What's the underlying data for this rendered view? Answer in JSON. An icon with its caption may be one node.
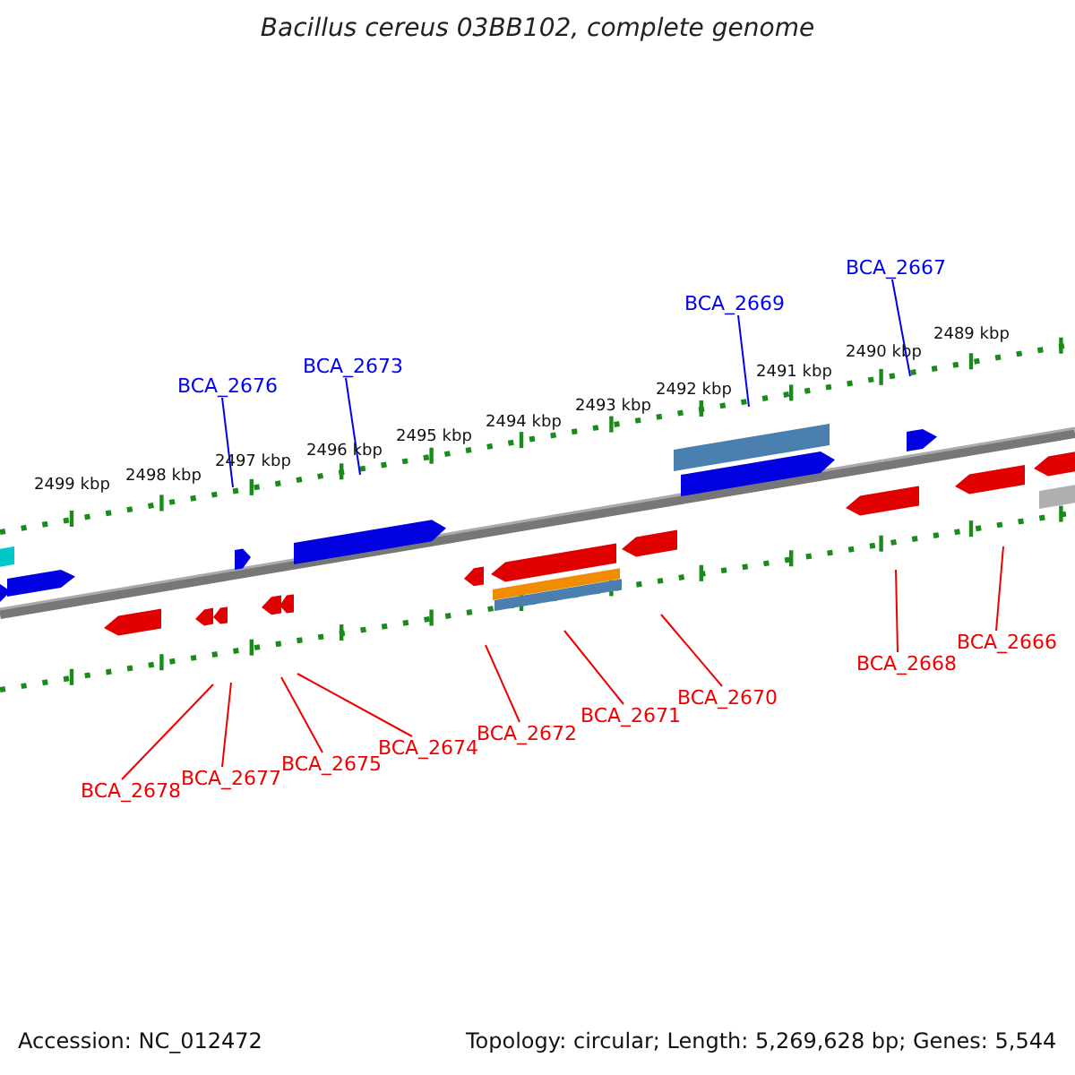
{
  "diagram": {
    "title": "Bacillus cereus 03BB102, complete genome",
    "nodes": [
      {
        "text": [
          "BCA_2676"
        ]
      },
      {
        "text": [
          "BCA_2673"
        ]
      },
      {
        "text": [
          "BCA_2669"
        ]
      },
      {
        "text": [
          "BCA_2667"
        ]
      },
      {
        "text": [
          "BCA_2678"
        ]
      },
      {
        "text": [
          "BCA_2677"
        ]
      },
      {
        "text": [
          "BCA_2675"
        ]
      },
      {
        "text": [
          "BCA_2674"
        ]
      },
      {
        "text": [
          "BCA_2672"
        ]
      },
      {
        "text": [
          "BCA_2671"
        ]
      },
      {
        "text": [
          "BCA_2670"
        ]
      },
      {
        "text": [
          "BCA_2668"
        ]
      },
      {
        "text": [
          "BCA_2666"
        ]
      }
    ],
    "edges": [
      {
        "from": 0,
        "to": null,
        "arrow": "none",
        "color": "#0000ee"
      },
      {
        "from": 1,
        "to": null,
        "arrow": "none",
        "color": "#0000ee"
      },
      {
        "from": 2,
        "to": null,
        "arrow": "none",
        "color": "#0000ee"
      },
      {
        "from": 3,
        "to": null,
        "arrow": "none",
        "color": "#0000ee"
      },
      {
        "from": 4,
        "to": null,
        "arrow": "none"
      },
      {
        "from": 5,
        "to": null,
        "arrow": "none"
      },
      {
        "from": 6,
        "to": null,
        "arrow": "none"
      },
      {
        "from": 7,
        "to": null,
        "arrow": "none"
      },
      {
        "from": 8,
        "to": null,
        "arrow": "none"
      },
      {
        "from": 9,
        "to": null,
        "arrow": "none"
      },
      {
        "from": 10,
        "to": null,
        "arrow": "none"
      },
      {
        "from": 11,
        "to": null,
        "arrow": "none"
      },
      {
        "from": 12,
        "to": null,
        "arrow": "none"
      }
    ],
    "labels": [
      "2499 kbp",
      "2498 kbp",
      "2497 kbp",
      "2496 kbp",
      "2495 kbp",
      "2494 kbp",
      "2493 kbp",
      "2492 kbp",
      "2491 kbp",
      "2490 kbp",
      "2489 kbp",
      "Accession: NC_012472",
      "Topology: circular; Length: 5,269,628 bp; Genes: 5,544"
    ]
  }
}
